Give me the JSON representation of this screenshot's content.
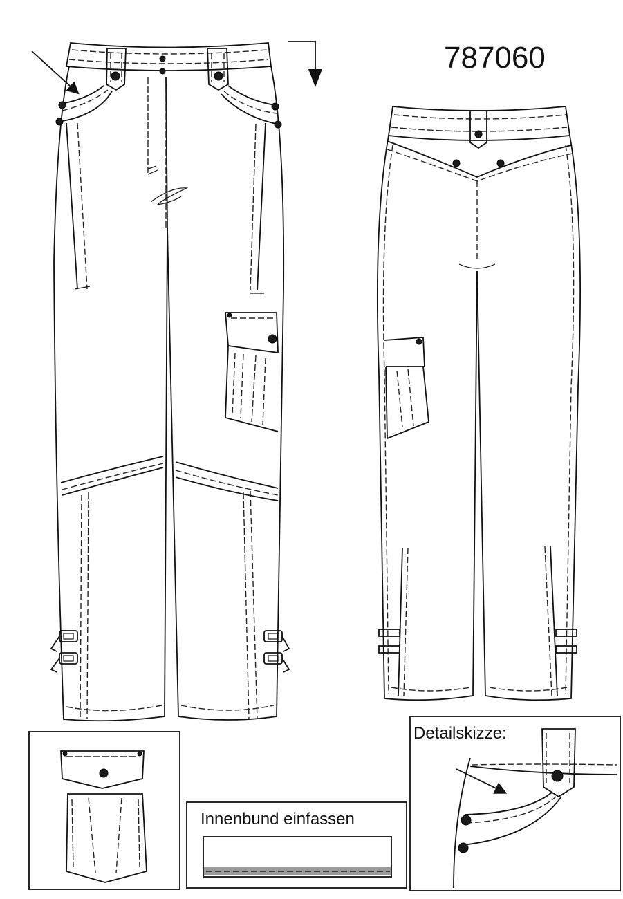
{
  "sheet": {
    "style_number": "787060",
    "detail_label": "Detailskizze:",
    "inner_waistband_label": "Innenbund einfassen"
  },
  "icons": {
    "pointer_arrow": "pointer-arrow-icon",
    "fold_arrow": "fold-down-arrow-icon",
    "button": "button-icon",
    "buckle": "buckle-icon"
  },
  "colors": {
    "ink": "#111111",
    "binding": "#9a9a9a"
  }
}
